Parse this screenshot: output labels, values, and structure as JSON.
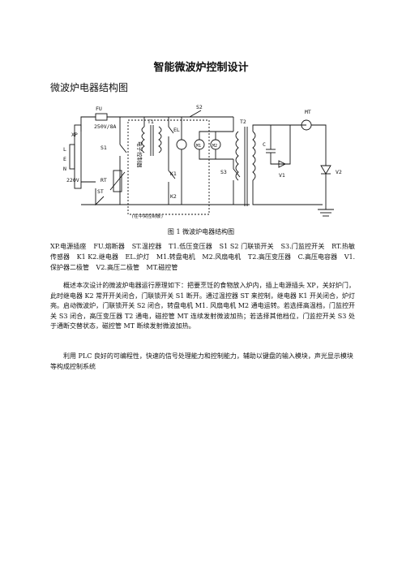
{
  "doc": {
    "title": "智能微波炉控制设计",
    "section_heading": "微波炉电器结构图",
    "figure_caption": "图 1 微波炉电器结构图",
    "legend": [
      "XP.电源插座",
      "FU.熔断器",
      "ST.温控器",
      "T1.低压变压器",
      "S1 S2 门联锁开关",
      "S3.门监控开关",
      "RT.热敏传感器",
      "K1 K2.继电器",
      "EL.炉灯",
      "M1.转盘电机",
      "M2.风扇电机",
      "T2.高压变压器",
      "C.高压电容器",
      "V1.保护器二极管",
      "V2.高压二极管",
      "MT.磁控管"
    ],
    "para1": "概述本次设计的微波炉电器运行原理如下：把要烹饪的食物放入炉内，插上电源插头 XP，关好炉门，此时继电器 K2 常开开关闭合，门联锁开关 S1 断开。通过温控器 ST 来控制，继电器 K1 开关闭合，炉灯亮。启动微波炉，门联锁开关 S2 闭合，转盘电机 M1. 风扇电机 M2 通电运转。若选择高温档，门监控开关 S3 闭合，高压变压器 T2 通电，磁控管 MT 连续发射微波加热；若选择其他档位，门监控开关 S3 处于通断交替状态，磁控管 MT 断续发射微波加热。",
    "para2": "利用 PLC 良好的可编程性，快速的信号处理能力和控制能力，辅助以键盘的输入模块，声光显示模块等构成控制系统"
  },
  "diagram": {
    "labels": {
      "fu": "FU",
      "rating": "250V/8A",
      "xp": "XP",
      "l": "L",
      "e": "E",
      "n": "N",
      "v220": "220V",
      "s1": "S1",
      "rt": "RT",
      "st": "ST",
      "t1": "T1",
      "el": "EL",
      "k1": "K1",
      "k2": "K2",
      "s2": "S2",
      "s3": "S3",
      "m1": "M1",
      "m2": "M2",
      "t2": "T2",
      "mt": "MT",
      "c": "C",
      "v1": "V1",
      "v2": "V2",
      "ctrl": "电子控制器",
      "board": "(在中央控制板)"
    }
  }
}
